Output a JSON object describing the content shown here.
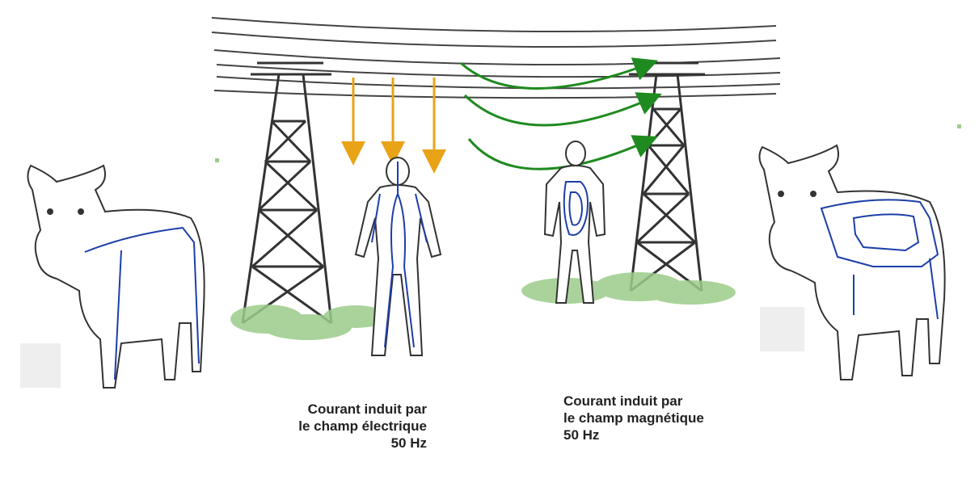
{
  "captions": {
    "electric": {
      "line1": "Courant induit par",
      "line2": "le champ électrique",
      "line3": "50 Hz"
    },
    "magnetic": {
      "line1": "Courant induit par",
      "line2": "le champ magnétique",
      "line3": "50 Hz"
    }
  },
  "colors": {
    "electric_field_arrows": "#e8a317",
    "magnetic_field_arrows": "#1f8a1f",
    "induced_current": "#1c3fa8",
    "vegetation": "#9ccc8a",
    "line_art": "#333333"
  },
  "icons": {
    "left_cow": "cow-icon",
    "right_cow": "cow-icon",
    "left_person": "person-icon",
    "right_person": "person-icon",
    "left_pylon": "pylon-icon",
    "right_pylon": "pylon-icon"
  }
}
